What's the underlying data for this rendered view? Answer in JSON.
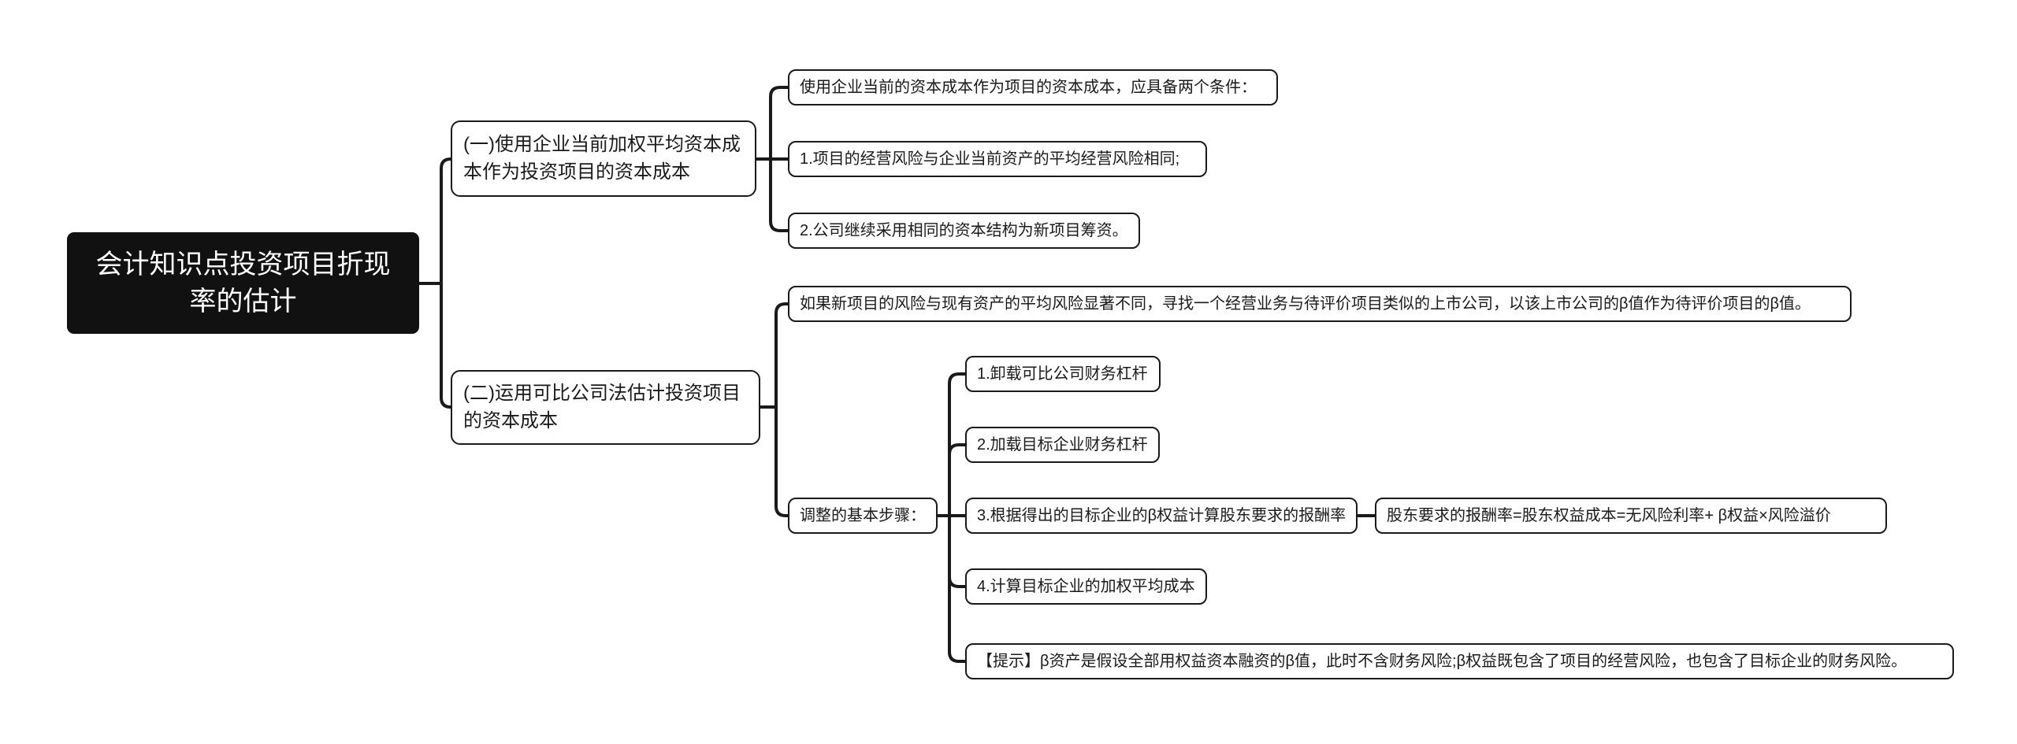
{
  "canvas": {
    "background": "#ffffff",
    "line_color": "#1a1a1a"
  },
  "mindmap": {
    "root": {
      "label": "会计知识点投资项目折现率的估计",
      "bg": "#111111",
      "text_color": "#ffffff"
    },
    "branches": [
      {
        "label": "(一)使用企业当前加权平均资本成本作为投资项目的资本成本",
        "children": [
          {
            "label": "使用企业当前的资本成本作为项目的资本成本，应具备两个条件："
          },
          {
            "label": "1.项目的经营风险与企业当前资产的平均经营风险相同;"
          },
          {
            "label": "2.公司继续采用相同的资本结构为新项目筹资。"
          }
        ]
      },
      {
        "label": "(二)运用可比公司法估计投资项目的资本成本",
        "children": [
          {
            "label": "如果新项目的风险与现有资产的平均风险显著不同，寻找一个经营业务与待评价项目类似的上市公司，以该上市公司的β值作为待评价项目的β值。"
          },
          {
            "label": "调整的基本步骤：",
            "children": [
              {
                "label": "1.卸载可比公司财务杠杆"
              },
              {
                "label": "2.加载目标企业财务杠杆"
              },
              {
                "label": "3.根据得出的目标企业的β权益计算股东要求的报酬率",
                "children": [
                  {
                    "label": "股东要求的报酬率=股东权益成本=无风险利率+ β权益×风险溢价"
                  }
                ]
              },
              {
                "label": "4.计算目标企业的加权平均成本"
              },
              {
                "label": "【提示】β资产是假设全部用权益资本融资的β值，此时不含财务风险;β权益既包含了项目的经营风险，也包含了目标企业的财务风险。"
              }
            ]
          }
        ]
      }
    ]
  }
}
